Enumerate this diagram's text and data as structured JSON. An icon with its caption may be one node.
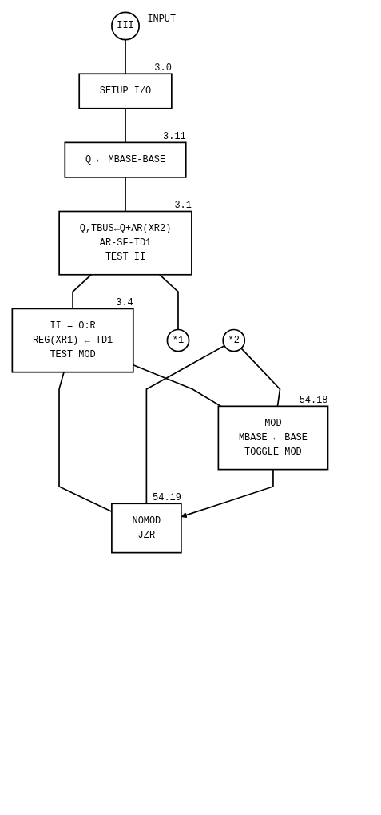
{
  "diagram": {
    "nodes": [
      {
        "text": [
          "III"
        ],
        "beside": [
          "INPUT"
        ]
      },
      {
        "text": [
          "SETUP I/O"
        ],
        "beside": [
          "3.0"
        ]
      },
      {
        "text": [
          "Q ← MBASE-BASE"
        ],
        "beside": [
          "3.11"
        ]
      },
      {
        "text": [
          "Q,TBUS←Q+AR(XR2)",
          "AR-SF-TD1",
          "TEST II"
        ],
        "beside": [
          "3.1"
        ]
      },
      {
        "text": [
          "II = O:R",
          "REG(XR1) ← TD1",
          "TEST MOD"
        ],
        "beside": [
          "3.4"
        ]
      },
      {
        "text": [
          "*1"
        ]
      },
      {
        "text": [
          "*2"
        ]
      },
      {
        "text": [
          "MOD",
          "MBASE ← BASE",
          "TOGGLE MOD"
        ],
        "beside": [
          "54.18"
        ]
      },
      {
        "text": [
          "NOMOD",
          "JZR"
        ],
        "beside": [
          "54.19"
        ]
      }
    ],
    "edges": [
      {
        "from": 0,
        "to": 1,
        "arrow": "none"
      },
      {
        "from": 1,
        "to": 2,
        "arrow": "none"
      },
      {
        "from": 2,
        "to": 3,
        "arrow": "none"
      },
      {
        "from": 3,
        "to": 4,
        "arrow": "none"
      },
      {
        "from": 3,
        "to": 5,
        "arrow": "none"
      },
      {
        "from": 4,
        "to": 7,
        "arrow": "none"
      },
      {
        "from": 4,
        "to": 8,
        "arrow": "none"
      },
      {
        "from": 6,
        "to": 7,
        "arrow": "none"
      },
      {
        "from": 6,
        "to": 8,
        "arrow": "none"
      },
      {
        "from": 7,
        "to": 8,
        "arrow": "to"
      }
    ]
  }
}
